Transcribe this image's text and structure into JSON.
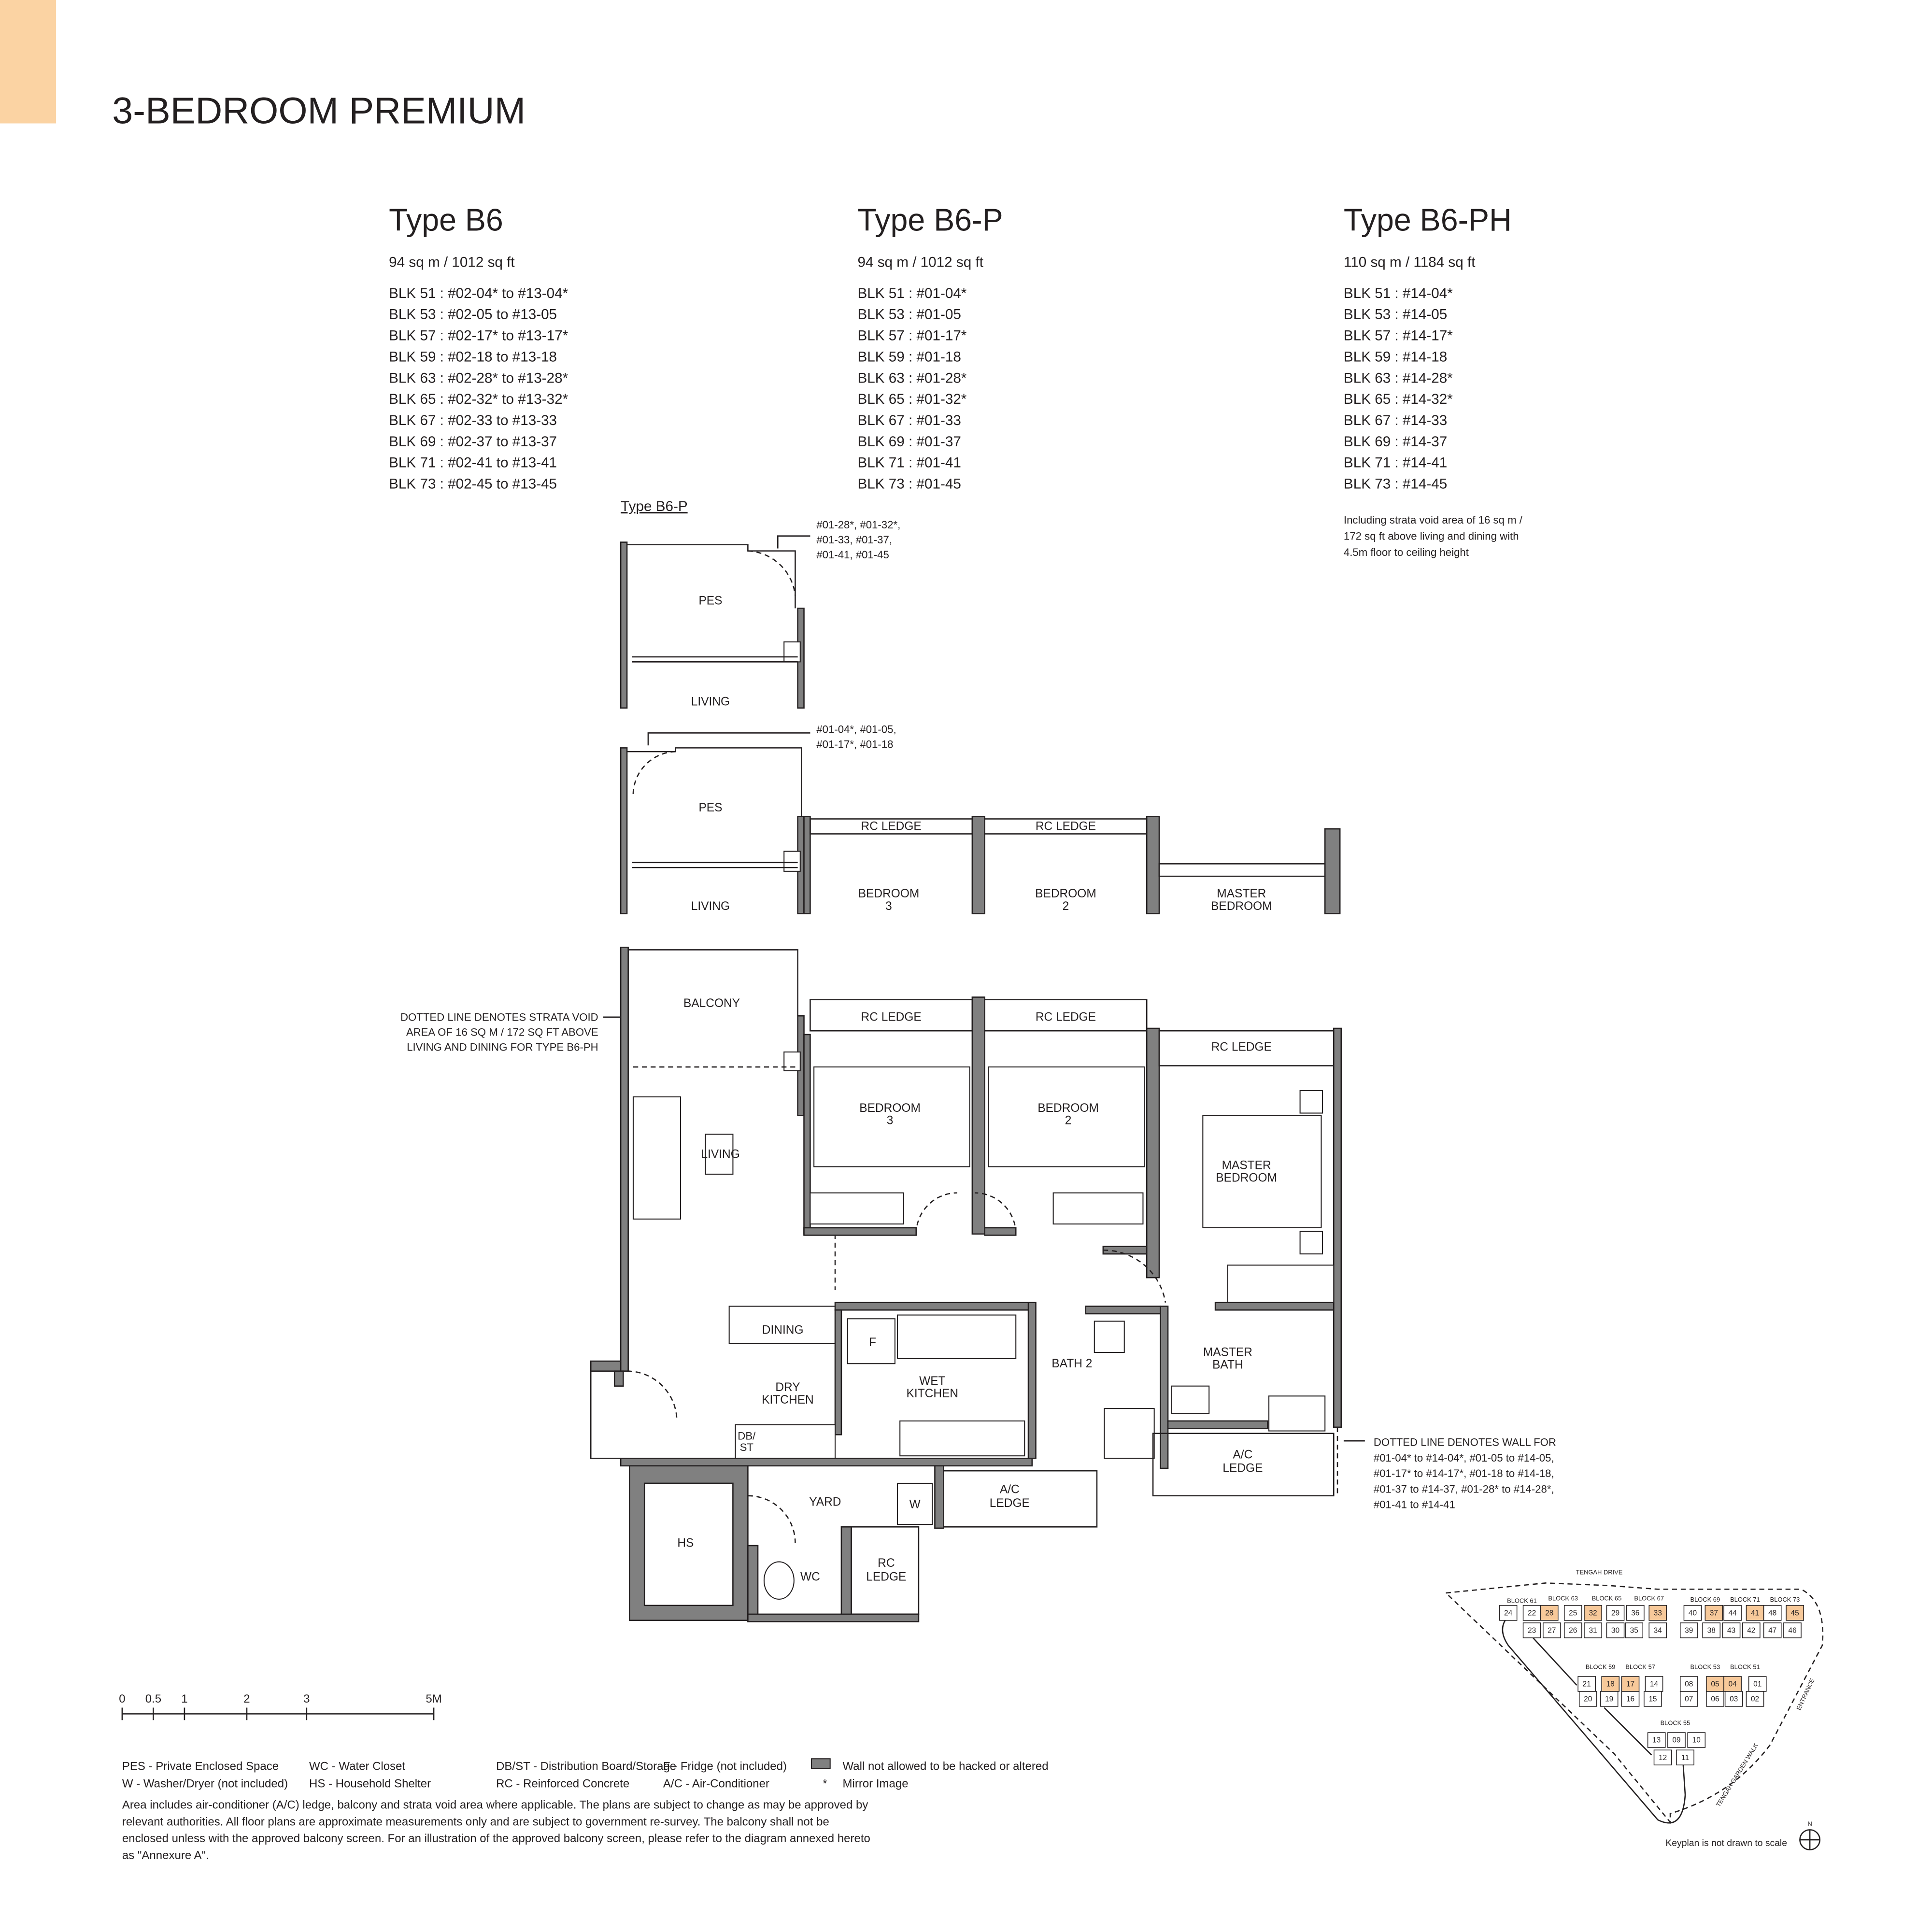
{
  "accent_color": "#fbd3a3",
  "wall_color": "#808080",
  "page_title": "3-BEDROOM PREMIUM",
  "types": [
    {
      "name": "Type B6",
      "area": "94 sq m / 1012 sq ft",
      "units": [
        "BLK 51 : #02-04* to #13-04*",
        "BLK 53 : #02-05 to #13-05",
        "BLK 57 : #02-17* to #13-17*",
        "BLK 59 : #02-18 to #13-18",
        "BLK 63 : #02-28* to #13-28*",
        "BLK 65 : #02-32* to #13-32*",
        "BLK 67 : #02-33 to #13-33",
        "BLK 69 : #02-37 to #13-37",
        "BLK 71 : #02-41 to #13-41",
        "BLK 73 : #02-45 to #13-45"
      ]
    },
    {
      "name": "Type B6-P",
      "area": "94 sq m / 1012 sq ft",
      "units": [
        "BLK 51 : #01-04*",
        "BLK 53 : #01-05",
        "BLK 57 : #01-17*",
        "BLK 59 : #01-18",
        "BLK 63 : #01-28*",
        "BLK 65 : #01-32*",
        "BLK 67 : #01-33",
        "BLK 69 : #01-37",
        "BLK 71 : #01-41",
        "BLK 73 : #01-45"
      ]
    },
    {
      "name": "Type B6-PH",
      "area": "110 sq m / 1184 sq ft",
      "units": [
        "BLK 51 : #14-04*",
        "BLK 53 : #14-05",
        "BLK 57 : #14-17*",
        "BLK 59 : #14-18",
        "BLK 63 : #14-28*",
        "BLK 65 : #14-32*",
        "BLK 67 : #14-33",
        "BLK 69 : #14-37",
        "BLK 71 : #14-41",
        "BLK 73 : #14-45"
      ],
      "note": [
        "Including strata void area of 16 sq m /",
        "172 sq ft above living and dining with",
        "4.5m floor to ceiling height"
      ]
    }
  ],
  "b6p_inset": {
    "label": "Type B6-P",
    "note1": [
      "#01-28*, #01-32*,",
      "#01-33, #01-37,",
      "#01-41, #01-45"
    ],
    "note2": [
      "#01-04*, #01-05,",
      "#01-17*, #01-18"
    ]
  },
  "rooms": {
    "pes": "PES",
    "living": "LIVING",
    "rc_ledge": "RC LEDGE",
    "bedroom3": [
      "BEDROOM",
      "3"
    ],
    "bedroom2": [
      "BEDROOM",
      "2"
    ],
    "master_bedroom": [
      "MASTER",
      "BEDROOM"
    ],
    "balcony": "BALCONY",
    "dining": "DINING",
    "dry_kitchen": [
      "DRY",
      "KITCHEN"
    ],
    "wet_kitchen": [
      "WET",
      "KITCHEN"
    ],
    "fridge": "F",
    "dbst": [
      "DB/",
      "ST"
    ],
    "bath2": "BATH 2",
    "master_bath": [
      "MASTER",
      "BATH"
    ],
    "ac_ledge": [
      "A/C",
      "LEDGE"
    ],
    "yard": "YARD",
    "washer": "W",
    "hs": "HS",
    "wc": "WC",
    "rc_ledge_2": [
      "RC",
      "LEDGE"
    ]
  },
  "annotations": {
    "strata_void": [
      "DOTTED LINE DENOTES STRATA VOID",
      "AREA OF 16 SQ M / 172 SQ FT ABOVE",
      "LIVING AND DINING FOR TYPE B6-PH"
    ],
    "dotted_wall": [
      "DOTTED LINE DENOTES WALL FOR",
      "#01-04* to #14-04*, #01-05 to #14-05,",
      "#01-17* to #14-17*, #01-18 to #14-18,",
      "#01-37 to #14-37, #01-28* to #14-28*,",
      "#01-41 to #14-41"
    ]
  },
  "scale_bar": {
    "ticks": [
      "0",
      "0.5",
      "1",
      "2",
      "3",
      "5M"
    ]
  },
  "legend": {
    "row1": [
      "PES - Private Enclosed Space",
      "WC - Water Closet",
      "DB/ST - Distribution Board/Storage",
      "F - Fridge (not included)",
      "Wall not allowed to be hacked or altered"
    ],
    "row2": [
      "W - Washer/Dryer (not included)",
      "HS - Household Shelter",
      "RC - Reinforced Concrete",
      "A/C - Air-Conditioner",
      "*",
      "Mirror Image"
    ],
    "disclaimer": [
      "Area includes air-conditioner (A/C) ledge, balcony and strata void area where applicable. The plans are subject to change as may be approved by",
      "relevant authorities. All floor plans are approximate measurements only and are subject to government re-survey. The balcony shall not be",
      "enclosed unless with the approved balcony screen. For an illustration of the approved balcony screen, please refer to the diagram annexed hereto",
      "as \"Annexure A\"."
    ]
  },
  "keyplan": {
    "road_top": "TENGAH DRIVE",
    "road_side": "TENGAH GARDEN WALK",
    "entrance": "ENTRANCE",
    "north": "N",
    "note": "Keyplan is not drawn to scale",
    "highlight_color": "#f7c99a",
    "blocks": [
      "BLOCK 61",
      "BLOCK 63",
      "BLOCK 65",
      "BLOCK 67",
      "BLOCK 69",
      "BLOCK 71",
      "BLOCK 73",
      "BLOCK 59",
      "BLOCK 57",
      "BLOCK 53",
      "BLOCK 51",
      "BLOCK 55"
    ],
    "row_top": [
      "24",
      "22",
      "28",
      "25",
      "32",
      "29",
      "36",
      "33",
      "40",
      "37",
      "44",
      "41",
      "48",
      "45"
    ],
    "row_bottom": [
      "23",
      "27",
      "26",
      "31",
      "30",
      "35",
      "34",
      "39",
      "38",
      "43",
      "42",
      "47",
      "46"
    ],
    "mid_top": [
      "21",
      "18",
      "17",
      "14",
      "08",
      "05",
      "04",
      "01"
    ],
    "mid_bottom": [
      "20",
      "19",
      "16",
      "15",
      "07",
      "06",
      "03",
      "02"
    ],
    "blk55_top": [
      "13",
      "09",
      "10"
    ],
    "blk55_bottom": [
      "12",
      "11"
    ],
    "highlighted_units": [
      "28",
      "32",
      "33",
      "37",
      "41",
      "45",
      "18",
      "17",
      "05",
      "04"
    ]
  }
}
